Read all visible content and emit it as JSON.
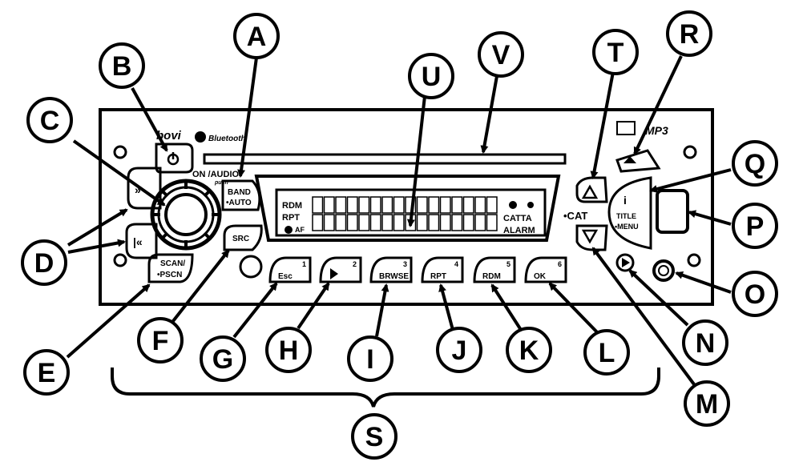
{
  "radio": {
    "brand": "bovi",
    "bluetooth": "Bluetooth",
    "on_audio": "ON /AUDIO",
    "push": "push",
    "band_auto_top": "BAND",
    "band_auto_bottom": "•AUTO",
    "src": "SRC",
    "scan_top": "SCAN/",
    "scan_bottom": "•PSCN",
    "cat": "•CAT",
    "title_info": "i",
    "title_top": "TITLE",
    "title_bottom": "•MENU",
    "mp3": "MP3",
    "lcd": {
      "rdm": "RDM",
      "rpt": "RPT",
      "af": "AF",
      "catta": "CATTA",
      "alarm": "ALARM"
    },
    "presets": [
      {
        "num": "1",
        "label": "Esc"
      },
      {
        "num": "2",
        "label": ""
      },
      {
        "num": "3",
        "label": "BRWSE"
      },
      {
        "num": "4",
        "label": "RPT"
      },
      {
        "num": "5",
        "label": "RDM"
      },
      {
        "num": "6",
        "label": "OK"
      }
    ]
  },
  "callouts": {
    "A": "A",
    "B": "B",
    "C": "C",
    "D": "D",
    "E": "E",
    "F": "F",
    "G": "G",
    "H": "H",
    "I": "I",
    "J": "J",
    "K": "K",
    "L": "L",
    "M": "M",
    "N": "N",
    "O": "O",
    "P": "P",
    "Q": "Q",
    "R": "R",
    "S": "S",
    "T": "T",
    "U": "U",
    "V": "V"
  }
}
